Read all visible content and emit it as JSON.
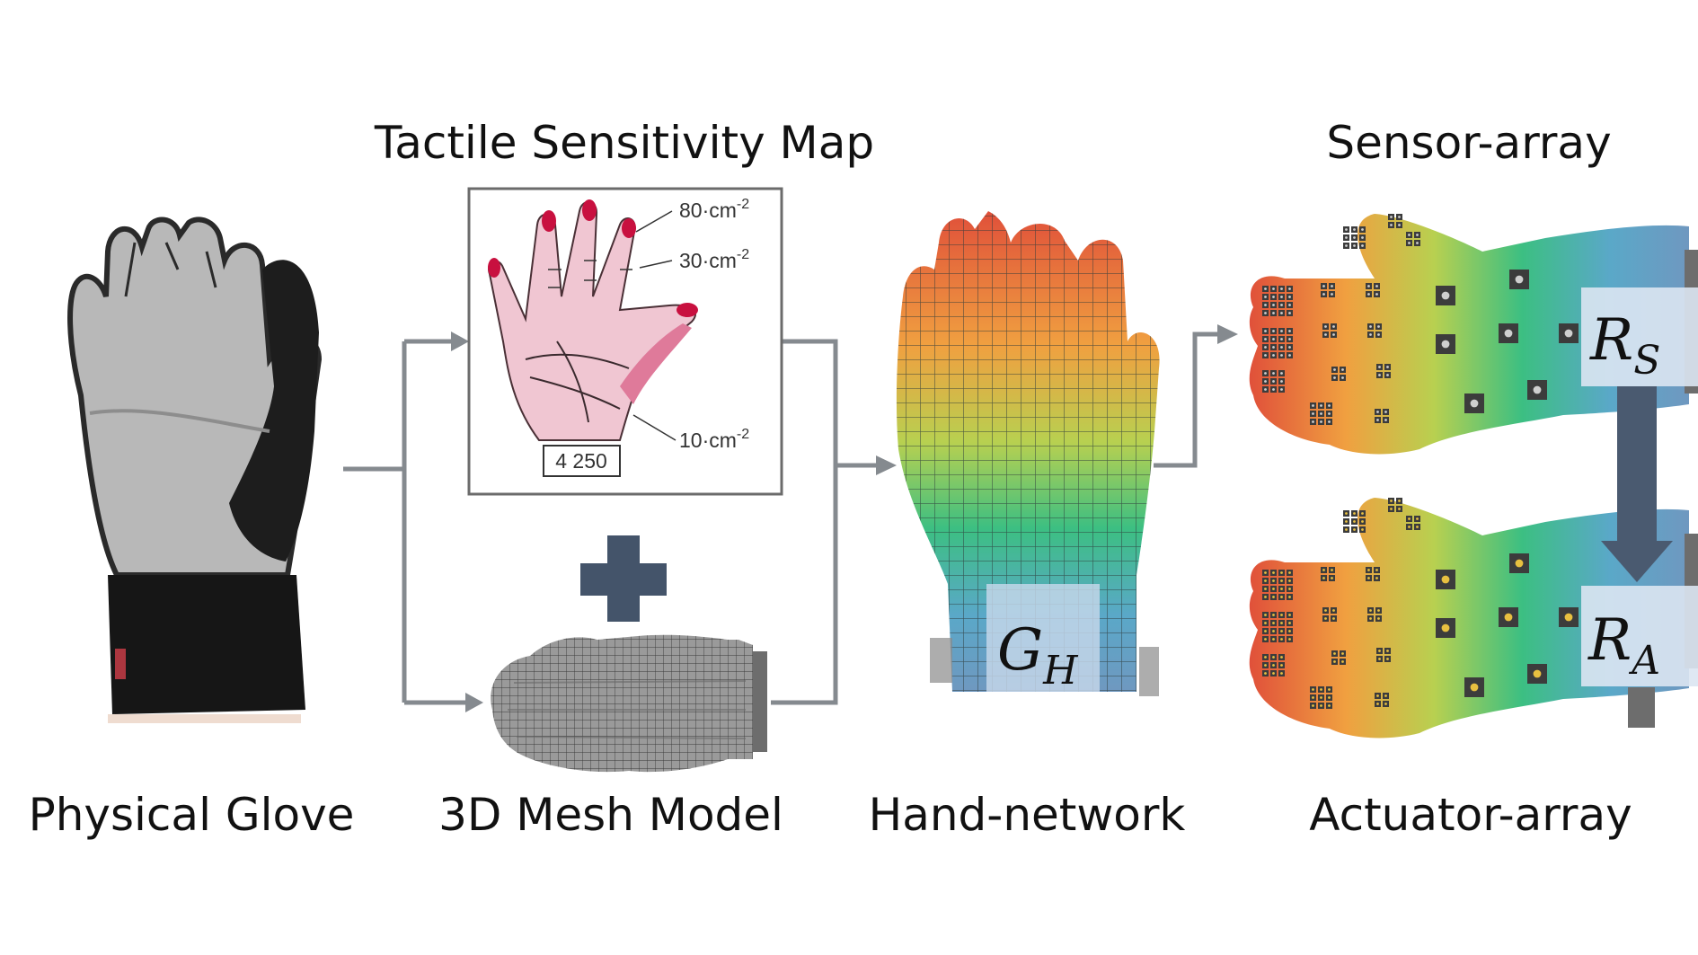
{
  "titles": {
    "tactile_map": "Tactile Sensitivity Map",
    "sensor_array": "Sensor-array"
  },
  "captions": {
    "physical_glove": "Physical Glove",
    "mesh_model": "3D Mesh Model",
    "hand_network": "Hand-network",
    "actuator_array": "Actuator-array"
  },
  "sensitivity_map": {
    "density_80": "80·cm",
    "density_30": "30·cm",
    "density_10": "10·cm",
    "exponent": "-2",
    "figure_number": "4 250"
  },
  "symbols": {
    "graph_main": "G",
    "graph_sub": "H",
    "sensor_main": "R",
    "sensor_sub": "S",
    "actuator_main": "R",
    "actuator_sub": "A"
  },
  "colors": {
    "arrow_gray": "#858a8f",
    "arrow_dark": "#4a5a70",
    "plus": "#44546a",
    "fingertip": "#c8103f",
    "palm_pink": "#f0c6d2"
  }
}
